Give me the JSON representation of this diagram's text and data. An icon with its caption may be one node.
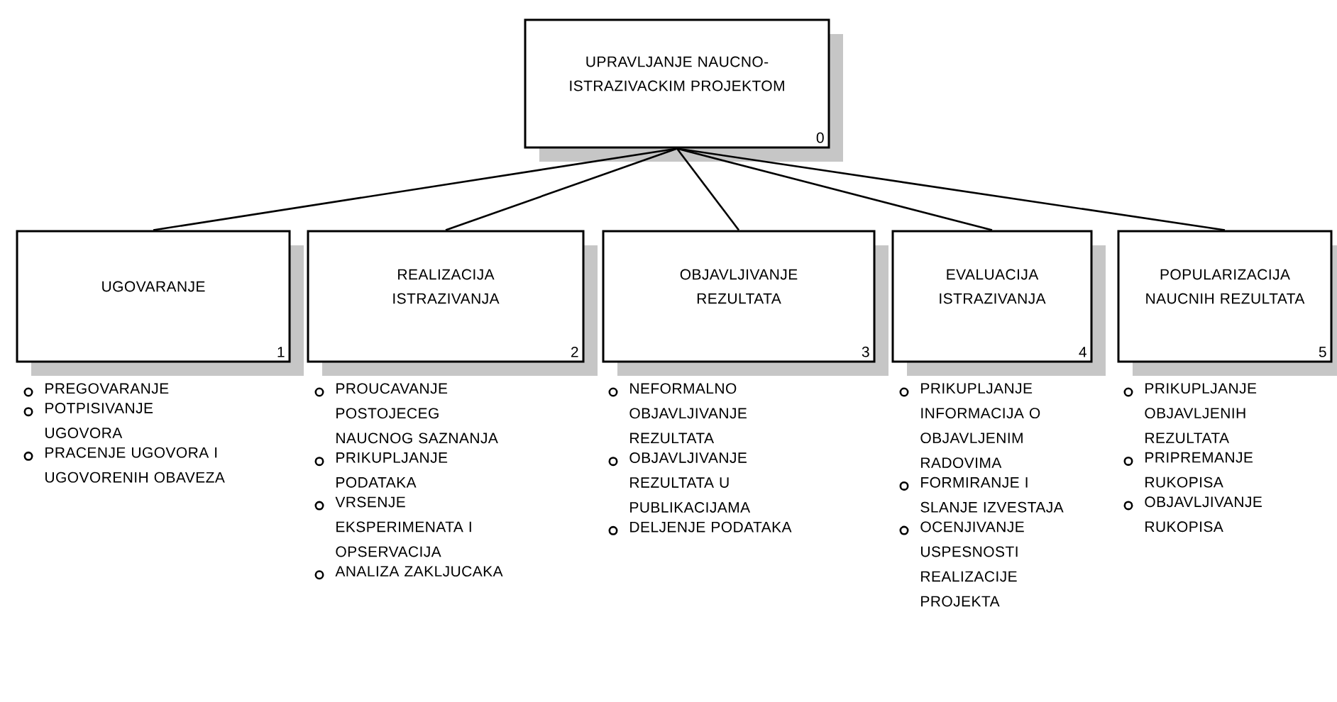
{
  "diagram": {
    "nodes": [
      {
        "text": [
          "UPRAVLJANJE NAUCNO-ISTRAZIVACKIM PROJEKTOM",
          "0"
        ]
      },
      {
        "text": [
          "UGOVARANJE",
          "1"
        ],
        "beside": [
          "PREGOVARANJE",
          "POTPISIVANJE UGOVORA",
          "PRACENJE UGOVORA I UGOVORENIH OBAVEZA"
        ]
      },
      {
        "text": [
          "REALIZACIJA ISTRAZIVANJA",
          "2"
        ],
        "beside": [
          "PROUCAVANJE POSTOJECEG NAUCNOG SAZNANJA",
          "PRIKUPLJANJE PODATAKA",
          "VRSENJE EKSPERIMENATA I OPSERVACIJA",
          "ANALIZA ZAKLJUCAKA"
        ]
      },
      {
        "text": [
          "OBJAVLJIVANJE REZULTATA",
          "3"
        ],
        "beside": [
          "NEFORMALNO OBJAVLJIVANJE REZULTATA",
          "OBJAVLJIVANJE REZULTATA U PUBLIKACIJAMA",
          "DELJENJE PODATAKA"
        ]
      },
      {
        "text": [
          "EVALUACIJA ISTRAZIVANJA",
          "4"
        ],
        "beside": [
          "PRIKUPLJANJE INFORMACIJA O OBJAVLJENIM RADOVIMA",
          "FORMIRANJE I SLANJE IZVESTAJA",
          "OCENJIVANJE USPESNOSTI REALIZACIJE PROJEKTA"
        ]
      },
      {
        "text": [
          "POPULARIZACIJA NAUCNIH REZULTATA",
          "5"
        ],
        "beside": [
          "PRIKUPLJANJE OBJAVLJENIH REZULTATA",
          "PRIPREMANJE RUKOPISA",
          "OBJAVLJIVANJE RUKOPISA"
        ]
      }
    ],
    "edges": [
      {
        "from": 0,
        "to": 1,
        "arrow": "none"
      },
      {
        "from": 0,
        "to": 2,
        "arrow": "none"
      },
      {
        "from": 0,
        "to": 3,
        "arrow": "none"
      },
      {
        "from": 0,
        "to": 4,
        "arrow": "none"
      },
      {
        "from": 0,
        "to": 5,
        "arrow": "none"
      }
    ]
  }
}
